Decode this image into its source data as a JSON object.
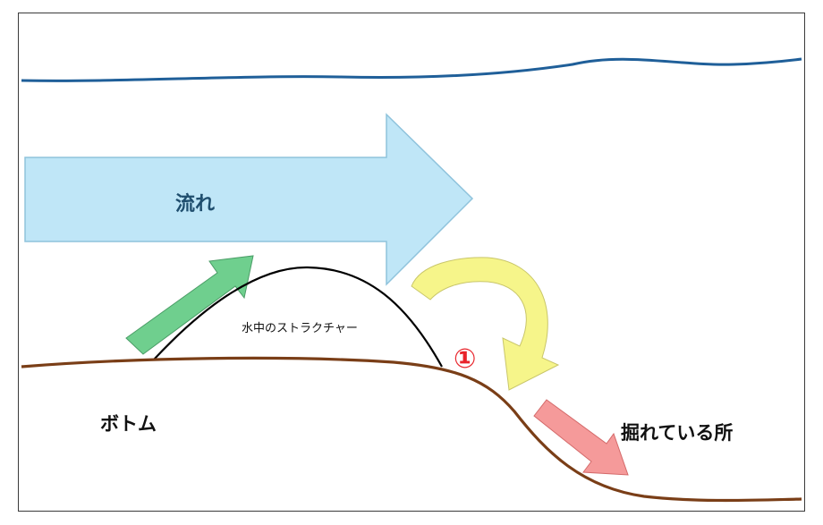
{
  "labels": {
    "flow": "流れ",
    "structure": "水中のストラクチャー",
    "bottom": "ボトム",
    "scour": "掘れている所",
    "marker": "①"
  },
  "colors": {
    "water_surface": "#1f5f99",
    "bottom_line": "#7a3e17",
    "flow_arrow": "#bfe6f7",
    "flow_arrow_stroke": "#8fc3dc",
    "green_arrow": "#6fcf8e",
    "yellow_arrow": "#f6f58a",
    "red_arrow": "#f59a9a",
    "marker": "#e8232a"
  }
}
